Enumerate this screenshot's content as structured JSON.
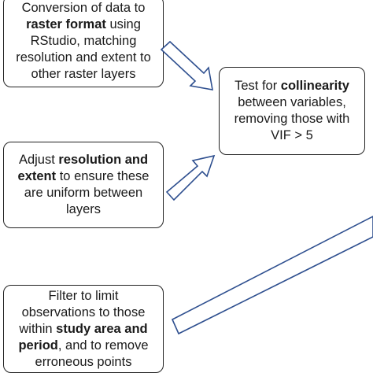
{
  "steps": [
    {
      "id": "convert",
      "parts": [
        {
          "text": "Conversion of data to ",
          "bold": false
        },
        {
          "text": "raster format",
          "bold": true
        },
        {
          "text": " using RStudio, matching resolution and extent to other raster layers",
          "bold": false
        }
      ]
    },
    {
      "id": "collinearity",
      "parts": [
        {
          "text": "Test for ",
          "bold": false
        },
        {
          "text": "collinearity",
          "bold": true
        },
        {
          "text": " between variables, removing those with VIF > 5",
          "bold": false
        }
      ]
    },
    {
      "id": "adjust",
      "parts": [
        {
          "text": "Adjust ",
          "bold": false
        },
        {
          "text": "resolution and extent",
          "bold": true
        },
        {
          "text": " to ensure these are uniform between layers",
          "bold": false
        }
      ]
    },
    {
      "id": "filter",
      "parts": [
        {
          "text": "Filter to limit observations to those within ",
          "bold": false
        },
        {
          "text": "study area and period",
          "bold": true
        },
        {
          "text": ", and to remove erroneous points",
          "bold": false
        }
      ]
    }
  ],
  "colors": {
    "arrow_stroke": "#2e4f8f",
    "box_border": "#222222"
  }
}
